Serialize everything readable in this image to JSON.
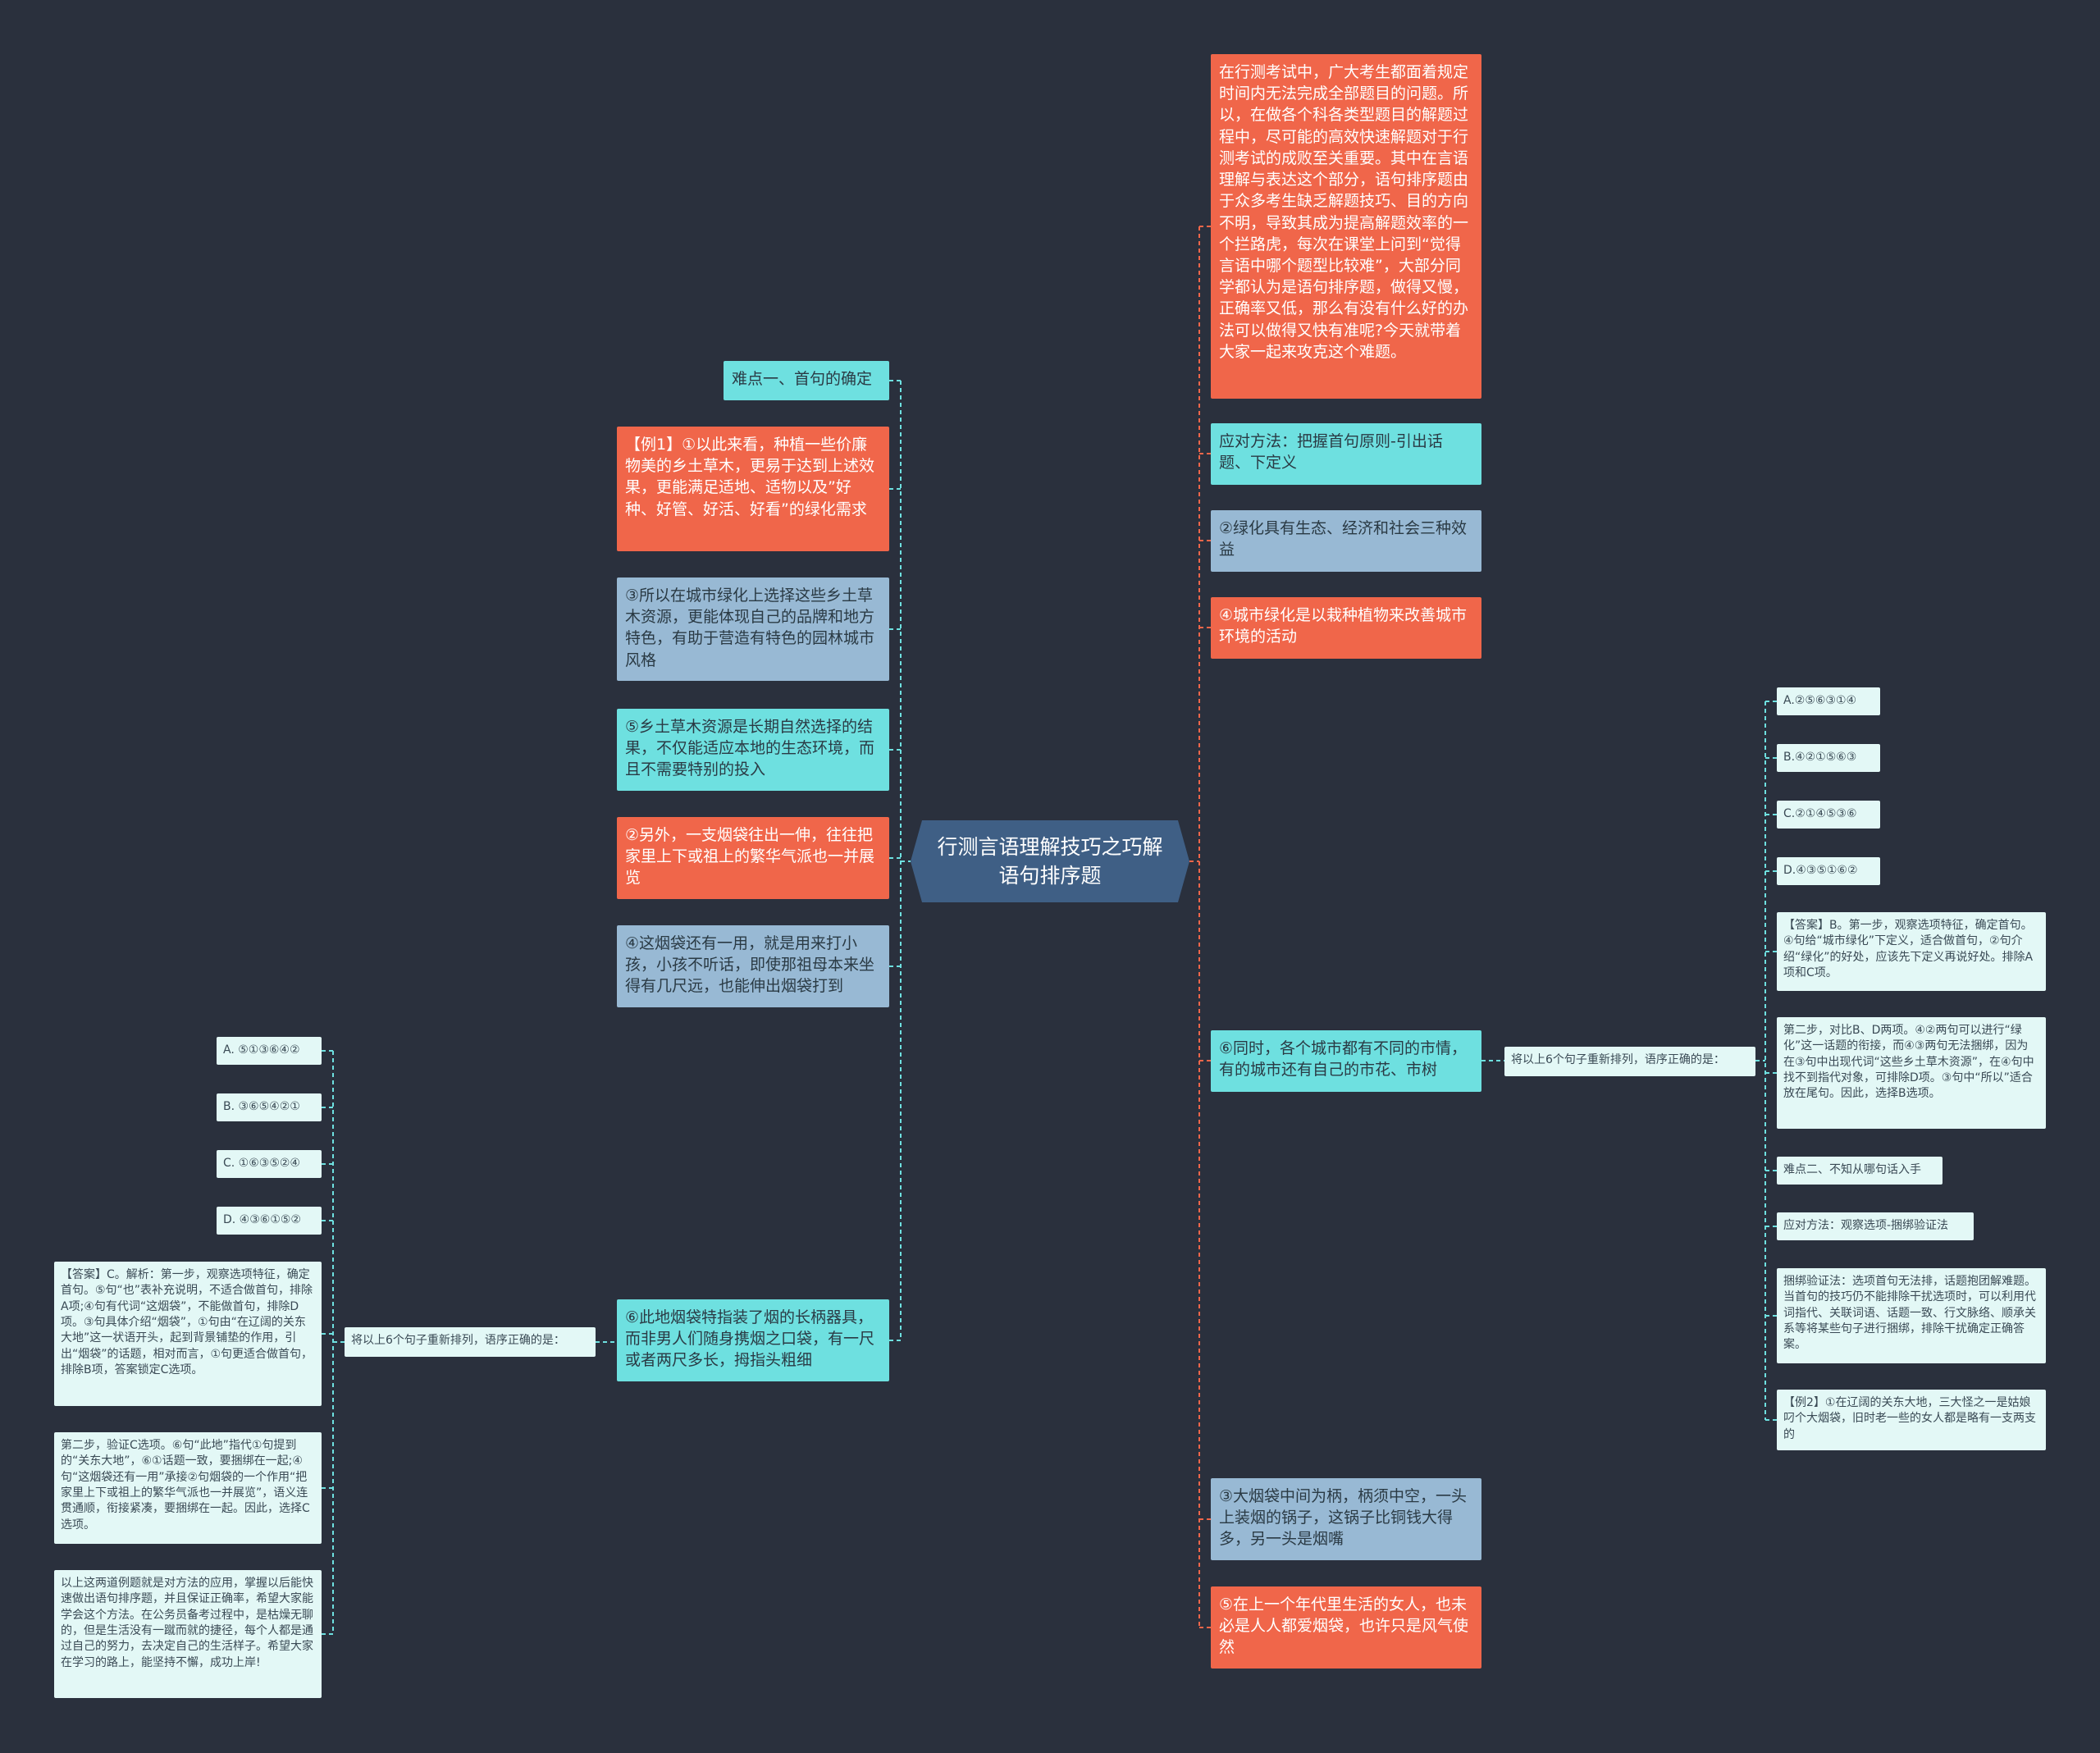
{
  "root": "行测言语理解技巧之巧解语句排序题",
  "right": {
    "intro": "在行测考试中，广大考生都面着规定时间内无法完成全部题目的问题。所以，在做各个科各类型题目的解题过程中，尽可能的高效快速解题对于行测考试的成败至关重要。其中在言语理解与表达这个部分，语句排序题由于众多考生缺乏解题技巧、目的方向不明，导致其成为提高解题效率的一个拦路虎，每次在课堂上问到“觉得言语中哪个题型比较难”，大部分同学都认为是语句排序题，做得又慢，正确率又低，那么有没有什么好的办法可以做得又快有准呢?今天就带着大家一起来攻克这个难题。",
    "method1": "应对方法：把握首句原则-引出话题、下定义",
    "s2": "②绿化具有生态、经济和社会三种效益",
    "s4": "④城市绿化是以栽种植物来改善城市环境的活动",
    "s6": "⑥同时，各个城市都有不同的市情，有的城市还有自己的市花、市树",
    "s3": "③大烟袋中间为柄，柄须中空，一头上装烟的锅子，这锅子比铜钱大得多，另一头是烟嘴",
    "s5": "⑤在上一个年代里生活的女人，也未必是人人都爱烟袋，也许只是风气使然",
    "q1_label": "将以上6个句子重新排列，语序正确的是：",
    "q1_options": [
      "A.②⑤⑥③①④",
      "B.④②①⑤⑥③",
      "C.②①④⑤③⑥",
      "D.④③⑤①⑥②"
    ],
    "q1_answer": "【答案】B。第一步，观察选项特征，确定首句。④句给“城市绿化”下定义，适合做首句，②句介绍“绿化”的好处，应该先下定义再说好处。排除A项和C项。",
    "q1_step2": "第二步，对比B、D两项。④②两句可以进行“绿化”这一话题的衔接，而④③两句无法捆绑，因为在③句中出现代词“这些乡土草木资源”，在④句中找不到指代对象，可排除D项。③句中“所以”适合放在尾句。因此，选择B选项。",
    "diff2": "难点二、不知从哪句话入手",
    "method2": "应对方法：观察选项-捆绑验证法",
    "bind": "捆绑验证法：选项首句无法排，话题抱团解难题。当首句的技巧仍不能排除干扰选项时，可以利用代词指代、关联词语、话题一致、行文脉络、顺承关系等将某些句子进行捆绑，排除干扰确定正确答案。",
    "ex2": "【例2】①在辽阔的关东大地，三大怪之一是姑娘叼个大烟袋，旧时老一些的女人都是略有一支两支的"
  },
  "left": {
    "diff1": "难点一、首句的确定",
    "ex1": "【例1】①以此来看，种植一些价廉物美的乡土草木，更易于达到上述效果，更能满足适地、适物以及”好种、好管、好活、好看”的绿化需求",
    "s3": "③所以在城市绿化上选择这些乡土草木资源，更能体现自己的品牌和地方特色，有助于营造有特色的园林城市风格",
    "s5": "⑤乡土草木资源是长期自然选择的结果，不仅能适应本地的生态环境，而且不需要特别的投入",
    "s2": "②另外，一支烟袋往出一伸，往往把家里上下或祖上的繁华气派也一并展览",
    "s4": "④这烟袋还有一用，就是用来打小孩，小孩不听话，即使那祖母本来坐得有几尺远，也能伸出烟袋打到",
    "s6": "⑥此地烟袋特指装了烟的长柄器具，而非男人们随身携烟之口袋，有一尺或者两尺多长，拇指头粗细",
    "q2_label": "将以上6个句子重新排列，语序正确的是：",
    "q2_options": [
      "A. ⑤①③⑥④②",
      "B. ③⑥⑤④②①",
      "C. ①⑥③⑤②④",
      "D. ④③⑥①⑤②"
    ],
    "q2_answer": "【答案】C。解析：第一步，观察选项特征，确定首句。⑤句“也”表补充说明，不适合做首句，排除A项;④句有代词“这烟袋”，不能做首句，排除D项。③句具体介绍“烟袋”，①句由“在辽阔的关东大地”这一状语开头，起到背景铺垫的作用，引出“烟袋”的话题，相对而言，①句更适合做首句，排除B项，答案锁定C选项。",
    "q2_step2": "第二步，验证C选项。⑥句“此地”指代①句提到的“关东大地”，⑥①话题一致，要捆绑在一起;④句“这烟袋还有一用”承接②句烟袋的一个作用“把家里上下或祖上的繁华气派也一并展览”，语义连贯通顺，衔接紧凑，要捆绑在一起。因此，选择C选项。",
    "summary": "以上这两道例题就是对方法的应用，掌握以后能快速做出语句排序题，并且保证正确率，希望大家能学会这个方法。在公务员备考过程中，是枯燥无聊的，但是生活没有一蹴而就的捷径，每个人都是通过自己的努力，去决定自己的生活样子。希望大家在学习的路上，能坚持不懈，成功上岸!"
  },
  "colors": {
    "background": "#2a303d",
    "orange": "#f0664a",
    "cyan": "#6ee0e0",
    "blue": "#98b9d4",
    "pale": "#e3f8f6",
    "root": "#3f5f85"
  }
}
